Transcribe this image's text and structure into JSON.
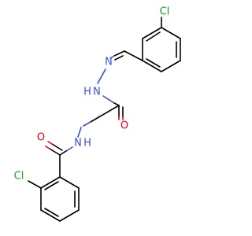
{
  "molecule": {
    "atoms": {
      "cl_top": "Cl",
      "n_imine": "N",
      "n_hydrazide": "N",
      "h_hydrazide": "H",
      "o_hydrazide": "O",
      "n_amide": "N",
      "h_amide": "H",
      "o_amide": "O",
      "cl_bottom": "Cl"
    },
    "colors": {
      "carbon_bond": "#000000",
      "nitrogen": "#3b4bd8",
      "oxygen": "#e8001c",
      "chlorine": "#1f9e1f",
      "background": "#ffffff"
    }
  }
}
